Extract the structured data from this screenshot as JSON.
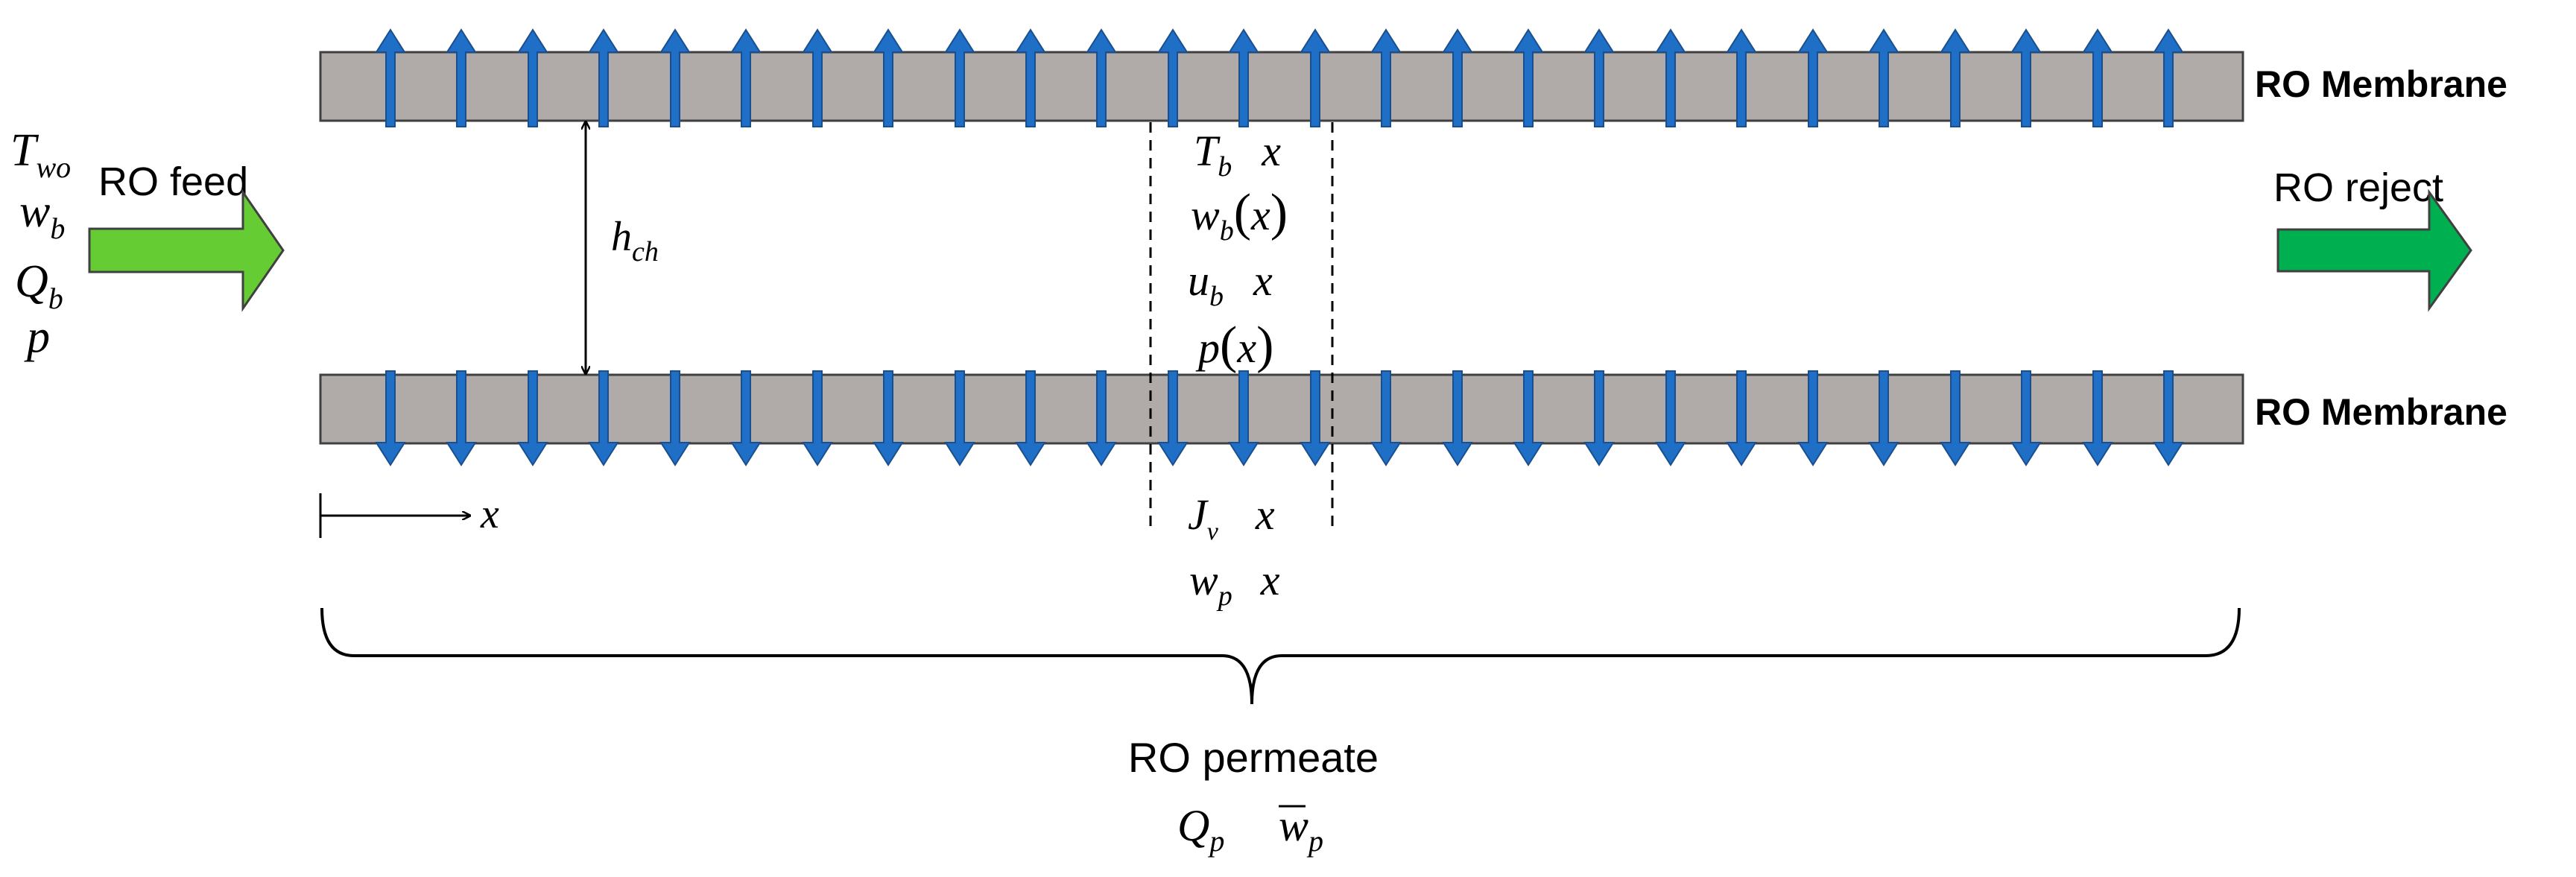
{
  "labels": {
    "membrane_top": "RO Membrane",
    "membrane_bottom": "RO Membrane",
    "feed": "RO feed",
    "reject": "RO reject",
    "permeate": "RO permeate",
    "x_axis": "x"
  },
  "inlet_vars": {
    "t": "T",
    "t_sub": "wo",
    "w": "w",
    "w_sub": "b",
    "q": "Q",
    "q_sub": "b",
    "p": "p"
  },
  "channel_height": {
    "sym": "h",
    "sub": "ch"
  },
  "local_vars": {
    "tb": {
      "sym": "T",
      "sub": "b",
      "arg": "x"
    },
    "wb": {
      "sym": "w",
      "sub": "b",
      "arg": "x"
    },
    "ub": {
      "sym": "u",
      "sub": "b",
      "arg": "x"
    },
    "p": {
      "sym": "p",
      "arg": "x"
    },
    "jv": {
      "sym": "J",
      "sub": "v",
      "arg": "x"
    },
    "wp": {
      "sym": "w",
      "sub": "p",
      "arg": "x"
    }
  },
  "permeate_vars": {
    "q": {
      "sym": "Q",
      "sub": "p"
    },
    "w": {
      "sym": "w",
      "sub": "p"
    }
  },
  "colors": {
    "membrane": "#b0aaa8",
    "membrane_stroke": "#404040",
    "flux_arrow": "#1f6fc6",
    "flux_arrow_stroke": "#1a4f8f",
    "feed_arrow": "#66cc33",
    "reject_arrow": "#00b050"
  },
  "flux_arrow_count": 26
}
